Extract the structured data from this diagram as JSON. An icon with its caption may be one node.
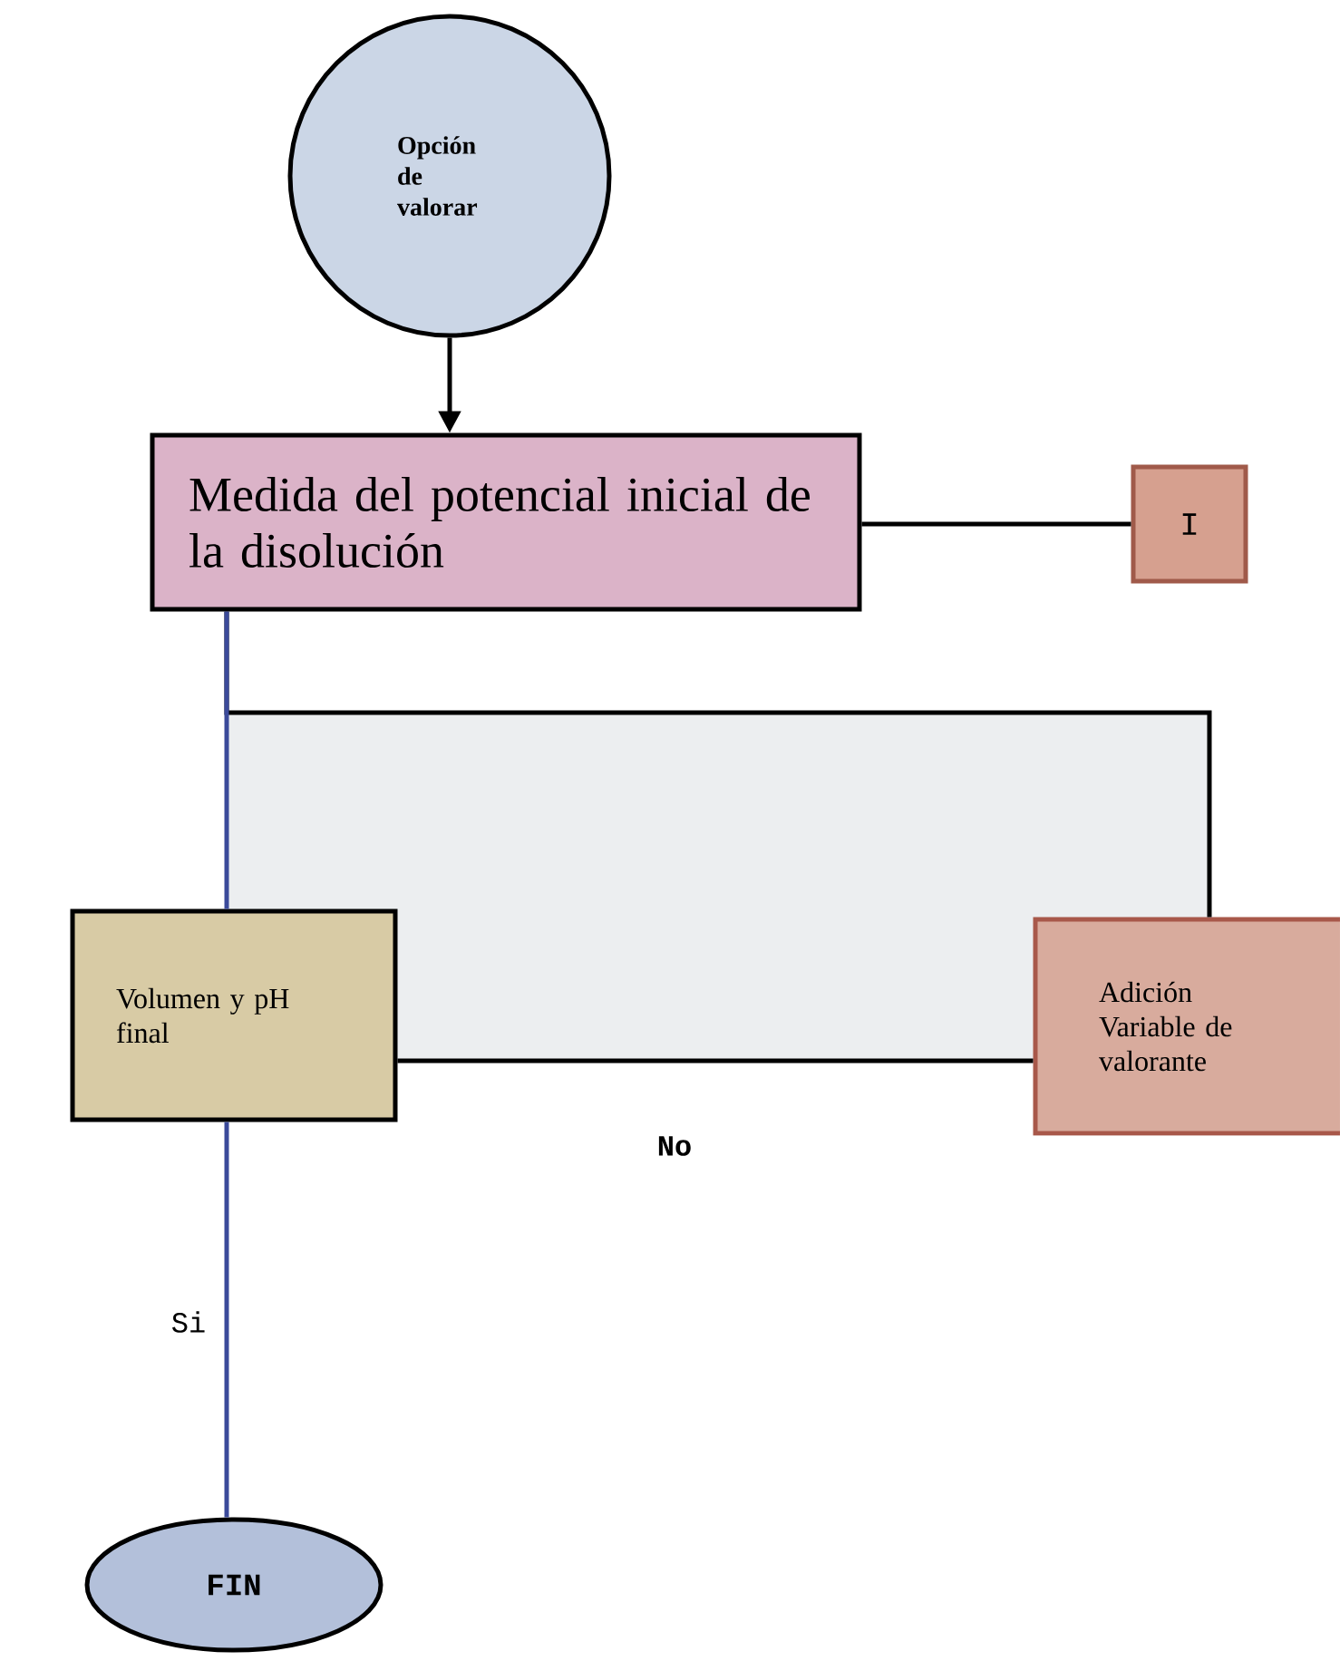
{
  "diagram": {
    "nodes": [
      {
        "text": [
          "Opción de valorar"
        ]
      },
      {
        "text": [
          "Medida del potencial inicial de la disolución"
        ]
      },
      {
        "text": [
          "I"
        ]
      },
      {
        "text": [
          "Volumen y pH final"
        ]
      },
      {
        "text": [
          "Adición Variable de valorante"
        ]
      },
      {
        "text": [
          "FIN"
        ]
      }
    ],
    "edges": [
      {
        "from": 0,
        "to": 1,
        "arrow": "to"
      },
      {
        "from": 1,
        "to": 2,
        "arrow": "none"
      },
      {
        "from": 1,
        "to": 4,
        "arrow": "none"
      },
      {
        "from": 3,
        "to": 4,
        "arrow": "none",
        "label": "No"
      },
      {
        "from": 1,
        "to": 3,
        "arrow": "none",
        "color": "#3b4a9a"
      },
      {
        "from": 3,
        "to": 5,
        "arrow": "none",
        "color": "#3b4a9a",
        "label": "Si"
      }
    ]
  }
}
